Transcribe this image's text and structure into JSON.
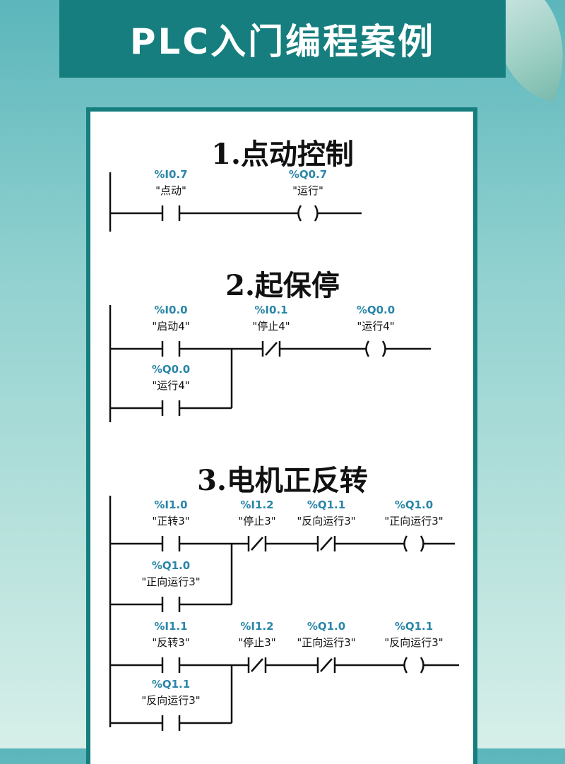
{
  "header": {
    "title": "PLC入门编程案例"
  },
  "colors": {
    "banner": "#167e7e",
    "address": "#2a86a8",
    "line": "#111111"
  },
  "sections": [
    {
      "title": "1.点动控制",
      "rungs": [
        {
          "elements": [
            {
              "type": "contact-no",
              "address": "%I0.7",
              "tag": "\"点动\""
            },
            {
              "type": "coil",
              "address": "%Q0.7",
              "tag": "\"运行\""
            }
          ],
          "branch": null
        }
      ]
    },
    {
      "title": "2.起保停",
      "rungs": [
        {
          "elements": [
            {
              "type": "contact-no",
              "address": "%I0.0",
              "tag": "\"启动4\""
            },
            {
              "type": "contact-nc",
              "address": "%I0.1",
              "tag": "\"停止4\""
            },
            {
              "type": "coil",
              "address": "%Q0.0",
              "tag": "\"运行4\""
            }
          ],
          "branch": {
            "type": "contact-no",
            "address": "%Q0.0",
            "tag": "\"运行4\""
          }
        }
      ]
    },
    {
      "title": "3.电机正反转",
      "rungs": [
        {
          "elements": [
            {
              "type": "contact-no",
              "address": "%I1.0",
              "tag": "\"正转3\""
            },
            {
              "type": "contact-nc",
              "address": "%I1.2",
              "tag": "\"停止3\""
            },
            {
              "type": "contact-nc",
              "address": "%Q1.1",
              "tag": "\"反向运行3\""
            },
            {
              "type": "coil",
              "address": "%Q1.0",
              "tag": "\"正向运行3\""
            }
          ],
          "branch": {
            "type": "contact-no",
            "address": "%Q1.0",
            "tag": "\"正向运行3\""
          }
        },
        {
          "elements": [
            {
              "type": "contact-no",
              "address": "%I1.1",
              "tag": "\"反转3\""
            },
            {
              "type": "contact-nc",
              "address": "%I1.2",
              "tag": "\"停止3\""
            },
            {
              "type": "contact-nc",
              "address": "%Q1.0",
              "tag": "\"正向运行3\""
            },
            {
              "type": "coil",
              "address": "%Q1.1",
              "tag": "\"反向运行3\""
            }
          ],
          "branch": {
            "type": "contact-no",
            "address": "%Q1.1",
            "tag": "\"反向运行3\""
          }
        }
      ]
    }
  ]
}
